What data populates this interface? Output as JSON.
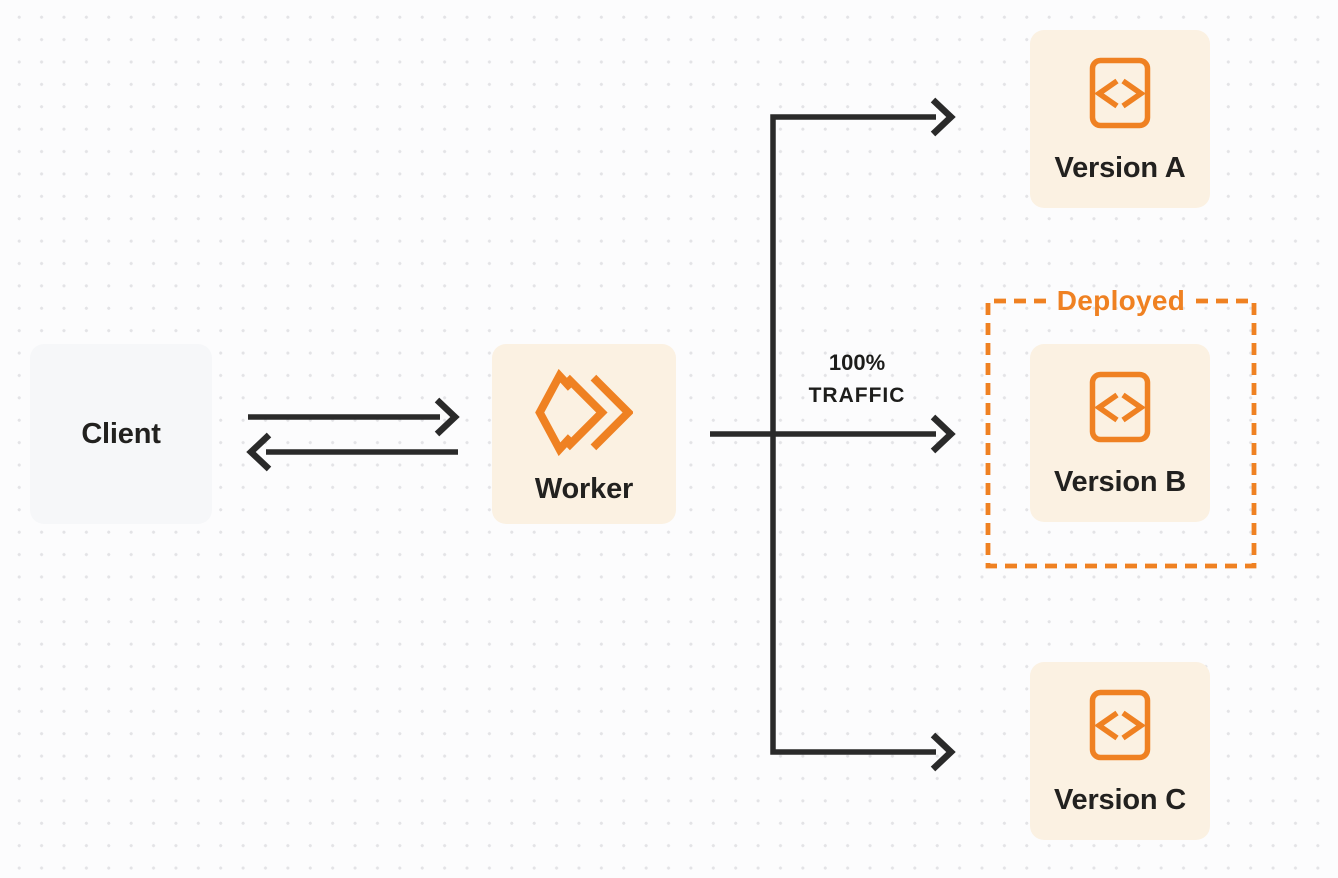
{
  "diagram": {
    "background_color": "#fcfcfd",
    "dot_grid_color": "#e3e3e6",
    "accent_orange": "#ef8122",
    "node_cream_fill": "#fbf1e2",
    "node_gray_fill": "#f6f7f9",
    "arrow_color": "#2a2a2a",
    "nodes": {
      "client": {
        "label": "Client"
      },
      "worker": {
        "label": "Worker",
        "icon": "workers-logo-icon"
      },
      "version_a": {
        "label": "Version A",
        "icon": "code-file-icon"
      },
      "version_b": {
        "label": "Version B",
        "icon": "code-file-icon"
      },
      "version_c": {
        "label": "Version C",
        "icon": "code-file-icon"
      }
    },
    "annotations": {
      "deployed_label": "Deployed",
      "traffic_line1": "100%",
      "traffic_line2": "TRAFFIC"
    },
    "edges": [
      {
        "from": "client",
        "to": "worker",
        "style": "arrow-right"
      },
      {
        "from": "worker",
        "to": "client",
        "style": "arrow-left"
      },
      {
        "from": "worker",
        "to": "version_a",
        "style": "arrow"
      },
      {
        "from": "worker",
        "to": "version_b",
        "style": "arrow",
        "label": "100% TRAFFIC"
      },
      {
        "from": "worker",
        "to": "version_c",
        "style": "arrow"
      }
    ]
  }
}
